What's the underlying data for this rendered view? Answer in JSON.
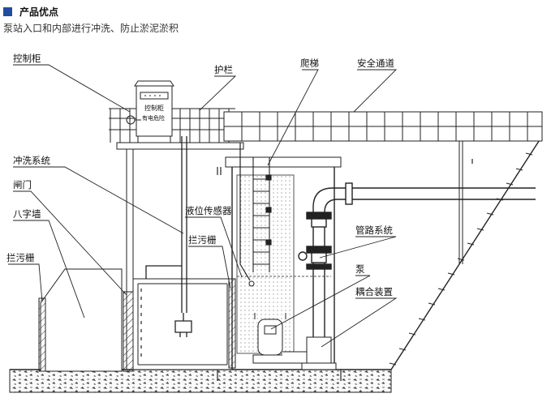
{
  "header": {
    "title": "产品优点",
    "subtitle": "泵站入口和内部进行冲洗、防止淤泥淤积"
  },
  "diagram": {
    "labels": {
      "control_cabinet": "控制柜",
      "guardrail": "护栏",
      "ladder": "爬梯",
      "safety_passage": "安全通道",
      "flushing_system": "冲洗系统",
      "gate": "闸门",
      "wing_wall": "八字墙",
      "trash_rack_left": "拦污栅",
      "level_sensor": "液位传感器",
      "trash_rack_mid": "拦污栅",
      "pipe_system": "管路系统",
      "pump": "泵",
      "coupling_device": "耦合装置"
    },
    "cabinet_text": {
      "line1": "控制柜",
      "line2": "有电危险"
    }
  },
  "colors": {
    "accent": "#1e4f9c",
    "line": "#222222"
  }
}
